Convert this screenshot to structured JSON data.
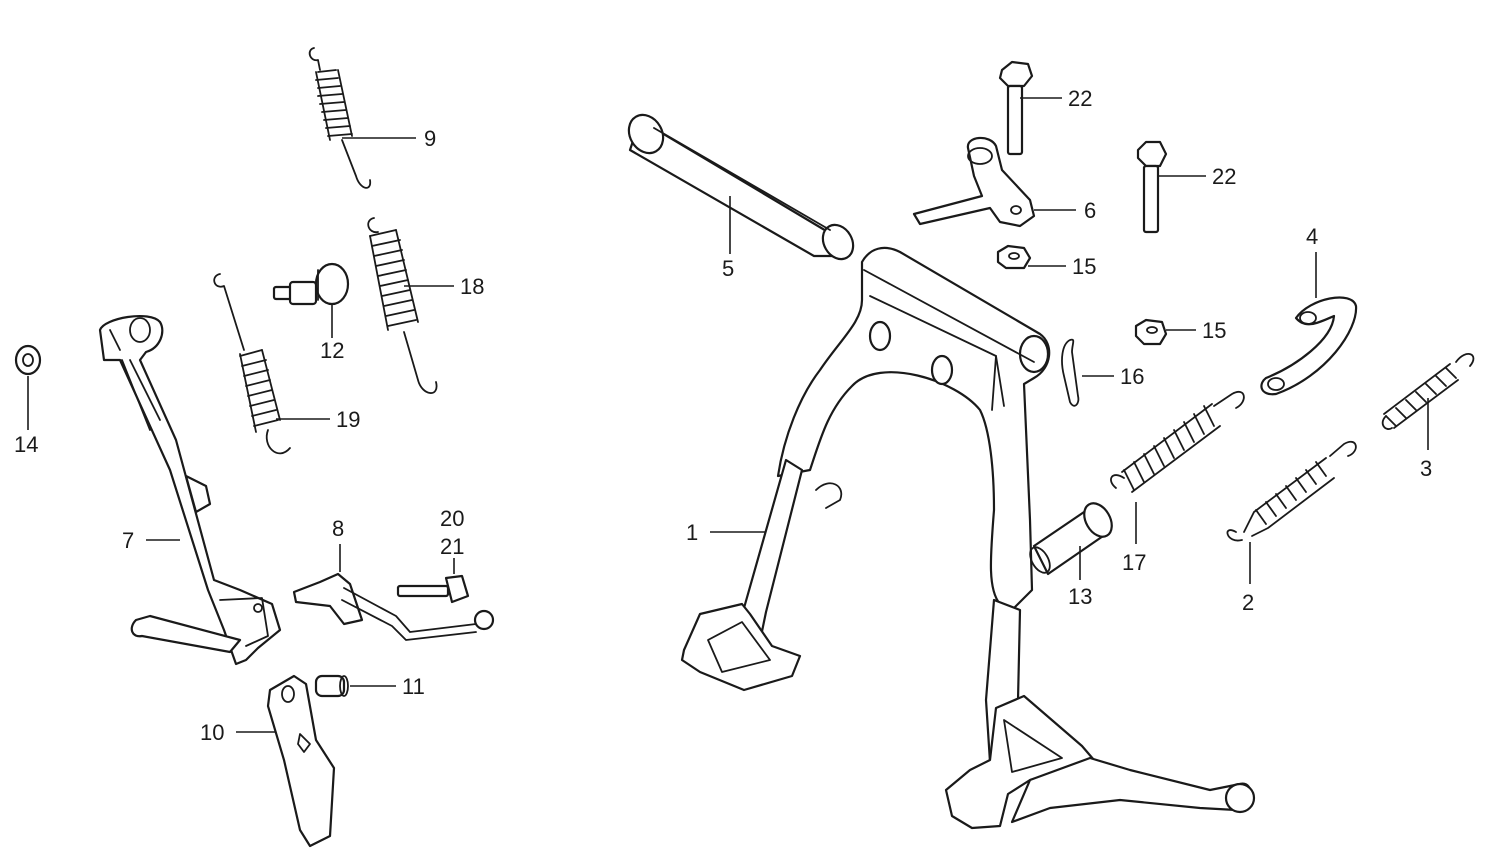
{
  "diagram": {
    "colors": {
      "line": "#1a1a1a",
      "background": "#ffffff"
    },
    "callouts": {
      "c1": "1",
      "c2": "2",
      "c3": "3",
      "c4": "4",
      "c5": "5",
      "c6": "6",
      "c7": "7",
      "c8": "8",
      "c9": "9",
      "c10": "10",
      "c11": "11",
      "c12": "12",
      "c13": "13",
      "c14": "14",
      "c15a": "15",
      "c15b": "15",
      "c16": "16",
      "c17": "17",
      "c18": "18",
      "c19": "19",
      "c20": "20",
      "c21": "21",
      "c22a": "22",
      "c22b": "22"
    }
  }
}
